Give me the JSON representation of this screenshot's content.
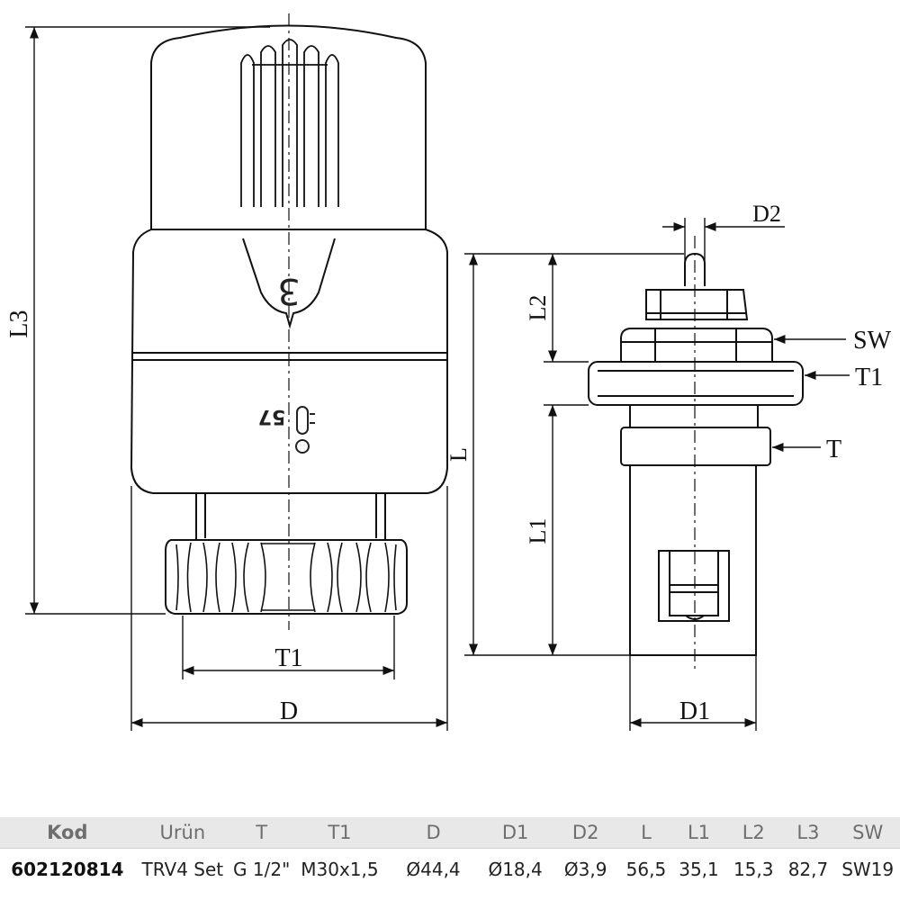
{
  "labels": {
    "L3": "L3",
    "T1_left": "T1",
    "D": "D",
    "D2": "D2",
    "L2": "L2",
    "SW": "SW",
    "T1_right": "T1",
    "T": "T",
    "L": "L",
    "L1": "L1",
    "D1": "D1"
  },
  "head_markings": {
    "dial_digit": "3",
    "ring_mark": "57"
  },
  "table": {
    "headers": [
      "Kod",
      "Urün",
      "T",
      "T1",
      "D",
      "D1",
      "D2",
      "L",
      "L1",
      "L2",
      "L3",
      "SW"
    ],
    "rows": [
      [
        "602120814",
        "TRV4 Set",
        "G 1/2\"",
        "M30x1,5",
        "Ø44,4",
        "Ø18,4",
        "Ø3,9",
        "56,5",
        "35,1",
        "15,3",
        "82,7",
        "SW19"
      ]
    ]
  },
  "colors": {
    "line": "#111111",
    "header_bg": "#e8e8e8"
  }
}
